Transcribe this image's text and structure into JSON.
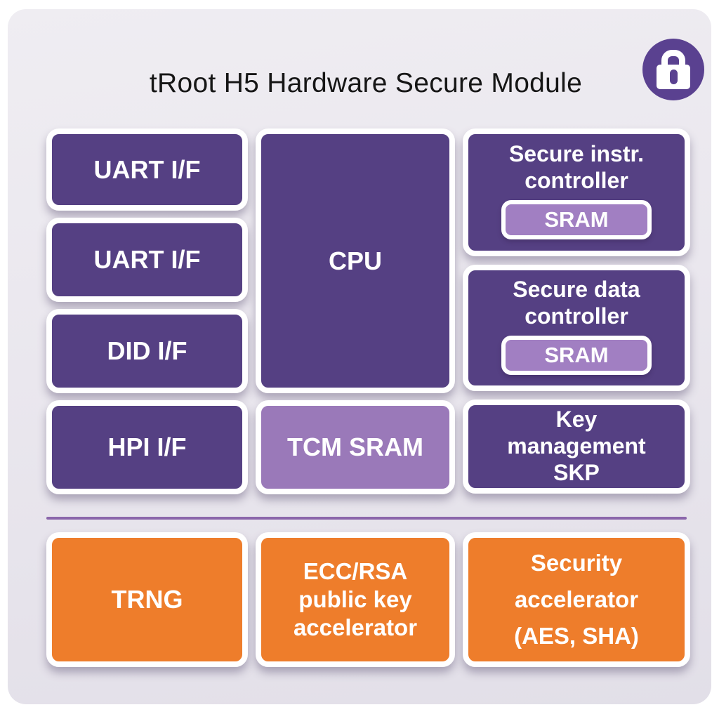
{
  "header": {
    "title": "tRoot H5 Hardware Secure Module"
  },
  "icons": {
    "lock": "lock-icon"
  },
  "colors": {
    "dark_purple": "#554083",
    "light_purple": "#9a79b9",
    "sram_purple": "#a17fc2",
    "orange": "#ee7d2b",
    "divider": "#8b66ab",
    "lock_circle": "#5a4190",
    "canvas_background": "#e9e6ee",
    "title_text": "#161616",
    "block_text": "#ffffff"
  },
  "blocks": {
    "uart1": {
      "label": "UART I/F"
    },
    "uart2": {
      "label": "UART I/F"
    },
    "did": {
      "label": "DID I/F"
    },
    "hpi": {
      "label": "HPI I/F"
    },
    "cpu": {
      "label": "CPU"
    },
    "tcm": {
      "label": "TCM SRAM"
    },
    "secure_instr": {
      "line1": "Secure instr.",
      "line2": "controller",
      "sram": "SRAM"
    },
    "secure_data": {
      "line1": "Secure data",
      "line2": "controller",
      "sram": "SRAM"
    },
    "key_mgmt": {
      "line1": "Key",
      "line2": "management",
      "line3": "SKP"
    },
    "trng": {
      "label": "TRNG"
    },
    "ecc_rsa": {
      "line1": "ECC/RSA",
      "line2": "public key",
      "line3": "accelerator"
    },
    "security_accel": {
      "line1": "Security",
      "line2": "accelerator",
      "line3": "(AES, SHA)"
    }
  }
}
